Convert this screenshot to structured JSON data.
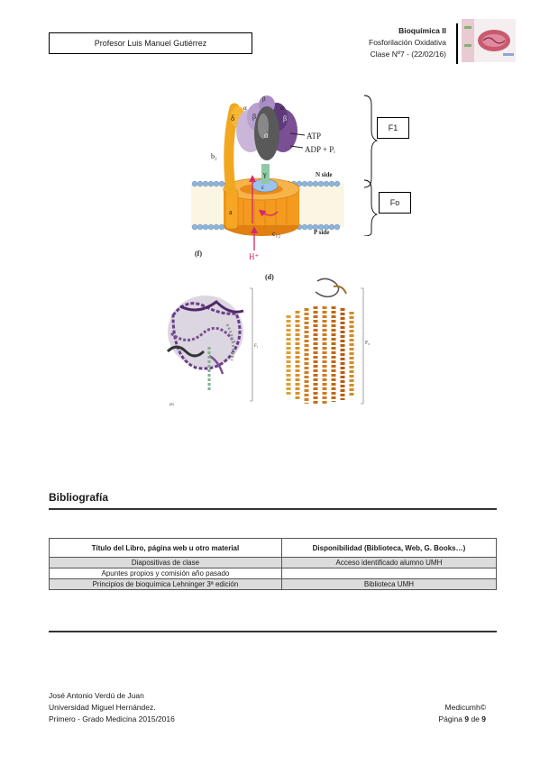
{
  "header": {
    "professor": "Profesor Luis Manuel Gutiérrez",
    "subject": "Bioquímica II",
    "topic": "Fosforilación Oxidativa",
    "class_info": "Clase Nº7 - (22/02/16)"
  },
  "figure_top": {
    "labels": {
      "delta": "δ",
      "alpha1": "α",
      "beta1": "β",
      "alpha2": "α",
      "beta2": "β",
      "alpha3": "α",
      "beta3": "β",
      "gamma": "γ",
      "epsilon": "ε",
      "b2": "b₂",
      "a": "a",
      "c12": "c₁₂",
      "atp": "ATP",
      "adp": "ADP + Pᵢ",
      "n_side": "N side",
      "p_side": "P side",
      "h_plus": "H⁺",
      "panel": "(f)"
    },
    "f1_label": "F1",
    "fo_label": "Fo"
  },
  "figure_bottom": {
    "panel": "(d)",
    "panel_small": "(d)",
    "f1_small": "F₁",
    "fo_small": "F₀"
  },
  "bibliography": {
    "title": "Bibliografía",
    "headers": [
      "Título del Libro, página web u otro material",
      "Disponibilidad (Biblioteca, Web, G. Books…)"
    ],
    "rows": [
      {
        "material": "Diapositivas de clase",
        "availability": "Acceso identificado alumno UMH",
        "shaded": true
      },
      {
        "material": "Apuntes propios y comisión año pasado",
        "availability": "",
        "shaded": false
      },
      {
        "material": "Principios de bioquímica Lehninger 3ª edición",
        "availability": "Biblioteca UMH",
        "shaded": true
      }
    ]
  },
  "footer": {
    "author": "José Antonio Verdú de Juan",
    "university": "Universidad Miguel Hernández.",
    "course": "Primero - Grado Medicina 2015/2016",
    "brand": "Medicumh©",
    "page_prefix": "Página ",
    "page_num": "9",
    "page_of": " de ",
    "page_total": "9"
  },
  "colors": {
    "alpha": "#c9b6d9",
    "beta": "#7a4f93",
    "gamma_stalk": "#5a5a5a",
    "b2": "#f1a820",
    "ring": "#f39a1f",
    "membrane_head": "#8fb3d9",
    "proton": "#d6266d"
  }
}
